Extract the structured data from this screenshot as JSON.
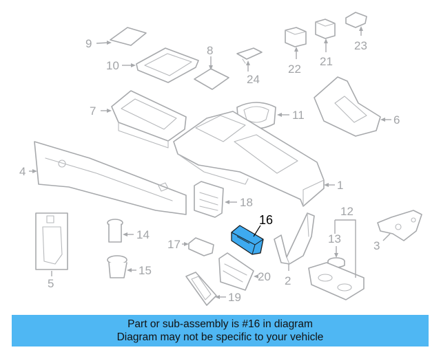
{
  "diagram": {
    "callouts": {
      "c1": "1",
      "c2": "2",
      "c3": "3",
      "c4": "4",
      "c5": "5",
      "c6": "6",
      "c7": "7",
      "c8": "8",
      "c9": "9",
      "c10": "10",
      "c11": "11",
      "c12": "12",
      "c13": "13",
      "c14": "14",
      "c15": "15",
      "c16": "16",
      "c17": "17",
      "c18": "18",
      "c19": "19",
      "c20": "20",
      "c21": "21",
      "c22": "22",
      "c23": "23",
      "c24": "24"
    },
    "highlighted_part": "16",
    "colors": {
      "highlight": "#3eaaf0",
      "caption_bg": "#4fb7f3",
      "line_art": "#a7a9ac"
    }
  },
  "caption": {
    "line1": "Part or sub-assembly is #16 in diagram",
    "line2": "Diagram may not be specific to your vehicle"
  }
}
